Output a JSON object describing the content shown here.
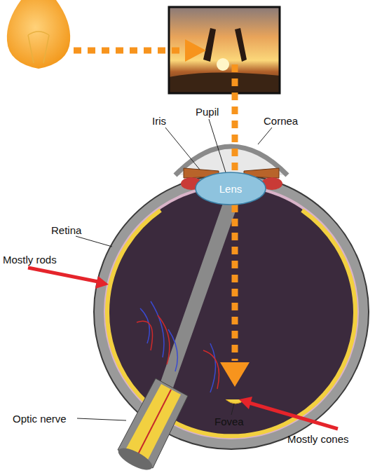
{
  "diagram": {
    "nodes": [
      {
        "text": [
          "Lens"
        ]
      }
    ],
    "labels": [
      "Iris",
      "Pupil",
      "Cornea",
      "Retina",
      "Mostly rods",
      "Optic nerve",
      "Fovea",
      "Mostly cones"
    ]
  }
}
